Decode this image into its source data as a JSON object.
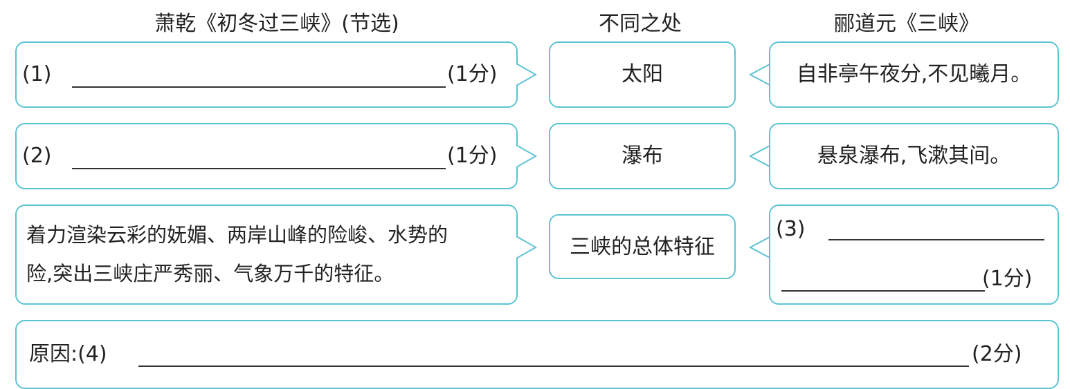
{
  "headers": {
    "left": "萧乾《初冬过三峡》(节选)",
    "middle": "不同之处",
    "right": "郦道元《三峡》"
  },
  "rows": [
    {
      "left_label": "(1)",
      "left_score": "(1分)",
      "middle": "太阳",
      "right": "自非亭午夜分,不见曦月。"
    },
    {
      "left_label": "(2)",
      "left_score": "(1分)",
      "middle": "瀑布",
      "right": "悬泉瀑布,飞漱其间。"
    },
    {
      "left_line1": "着力渲染云彩的妩媚、两岸山峰的险峻、水势的",
      "left_line2": "险,突出三峡庄严秀丽、气象万千的特征。",
      "middle": "三峡的总体特征",
      "right_label": "(3)",
      "right_score": "(1分)"
    }
  ],
  "reason": {
    "label": "原因:(4)",
    "score": "(2分)"
  },
  "colors": {
    "border": "#5cc3d3",
    "text": "#222222",
    "line": "#333333"
  }
}
